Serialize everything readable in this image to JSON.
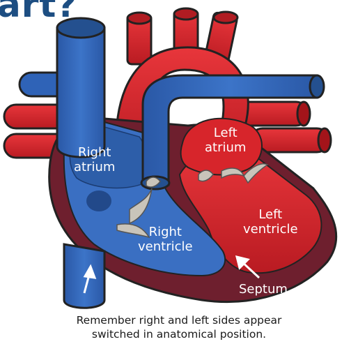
{
  "title_fragment": "art?",
  "labels": {
    "right_atrium": [
      "Right",
      "atrium"
    ],
    "left_atrium": [
      "Left",
      "atrium"
    ],
    "right_ventricle": [
      "Right",
      "ventricle"
    ],
    "left_ventricle": [
      "Left",
      "ventricle"
    ],
    "septum": "Septum"
  },
  "caption": [
    "Remember right and left sides appear",
    "switched in anatomical position."
  ],
  "colors": {
    "deoxygenated_blue": "#2f63b7",
    "oxygenated_red": "#d7252b",
    "heart_wall": "#6e1f2e",
    "valve": "#c9c4ba",
    "title": "#1d4e82"
  }
}
